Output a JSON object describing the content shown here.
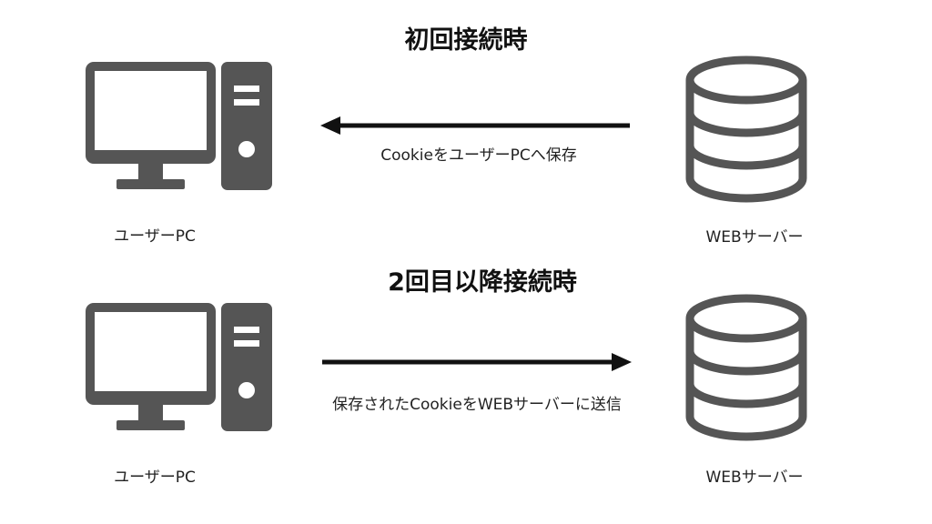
{
  "colors": {
    "icon": "#555555",
    "arrow": "#111111",
    "text": "#222222"
  },
  "sections": [
    {
      "heading": "初回接続時",
      "client": {
        "label": "ユーザーPC",
        "icon": "desktop-pc-icon"
      },
      "server": {
        "label": "WEBサーバー",
        "icon": "database-server-icon"
      },
      "arrow": {
        "direction": "server-to-client",
        "label": "CookieをユーザーPCへ保存"
      }
    },
    {
      "heading": "2回目以降接続時",
      "client": {
        "label": "ユーザーPC",
        "icon": "desktop-pc-icon"
      },
      "server": {
        "label": "WEBサーバー",
        "icon": "database-server-icon"
      },
      "arrow": {
        "direction": "client-to-server",
        "label": "保存されたCookieをWEBサーバーに送信"
      }
    }
  ]
}
